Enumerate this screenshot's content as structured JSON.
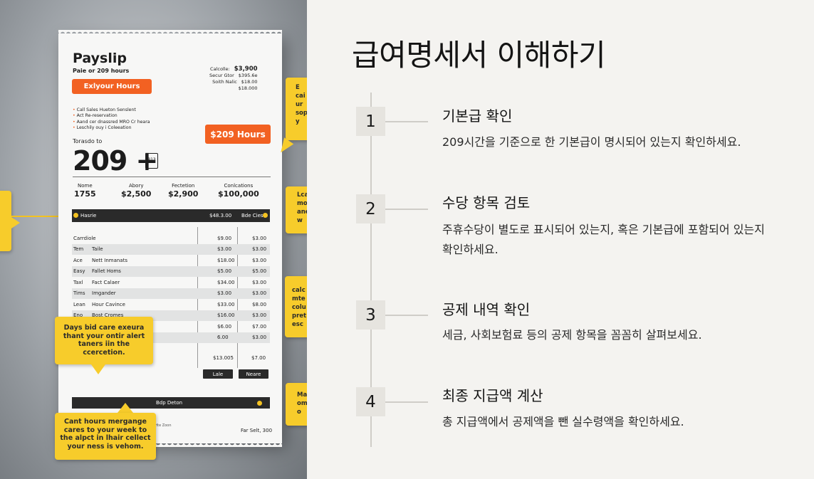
{
  "title": "급여명세서 이해하기",
  "steps": [
    {
      "number": "1",
      "title": "기본급 확인",
      "description": "209시간을 기준으로 한 기본급이 명시되어 있는지 확인하세요."
    },
    {
      "number": "2",
      "title": "수당 항목 검토",
      "description": "주휴수당이 별도로 표시되어 있는지, 혹은 기본급에 포함되어 있는지 확인하세요."
    },
    {
      "number": "3",
      "title": "공제 내역 확인",
      "description": "세금, 사회보험료 등의 공제 항목을 꼼꼼히 살펴보세요."
    },
    {
      "number": "4",
      "title": "최종 지급액 계산",
      "description": "총 지급액에서 공제액을 뺀 실수령액을 확인하세요."
    }
  ],
  "illustration": {
    "receipt_title": "Payslip",
    "receipt_subtitle": "Paie or 209 hours",
    "orange_button": "Exlyour Hours",
    "top_right": [
      {
        "label": "Calcolle:",
        "amount": "$3,900"
      },
      {
        "label": "Secur Gtor",
        "amount": "$395.6e"
      },
      {
        "label": "Soith  Nalic",
        "amount": "$18.00"
      },
      {
        "label": "",
        "amount": "$18.000"
      }
    ],
    "bullets": [
      "Call Sales Hueton Senslent",
      "Act Re-reservation",
      "Aand cer dnassred MRO Cr heara",
      "Leschily ouy i Coleeation"
    ],
    "hours_badge": "$209 Hours",
    "total_label": "Torasdo to",
    "big_number": "209 +",
    "clip_text": "813",
    "stats": [
      {
        "label": "Nome",
        "value": "1755"
      },
      {
        "label": "Abory",
        "value": "$2,500"
      },
      {
        "label": "Fectetion",
        "value": "$2,900"
      },
      {
        "label": "Conlcations",
        "value": "$100,000"
      }
    ],
    "header_bar": {
      "left": "Hasrie",
      "mid": "$48.3.00",
      "right": "Bde Cies"
    },
    "rows": [
      {
        "c1": "Carrdiole",
        "c2": "",
        "a": "$9.00",
        "b": "$3.00"
      },
      {
        "c1": "Tem",
        "c2": "Taile",
        "a": "$3.00",
        "b": "$3.00"
      },
      {
        "c1": "Ace",
        "c2": "Nett Inmanats",
        "a": "$18.00",
        "b": "$3.00"
      },
      {
        "c1": "Easy",
        "c2": "Fallet Homs",
        "a": "$5.00",
        "b": "$5.00"
      },
      {
        "c1": "Taxl",
        "c2": "Fact Calaer",
        "a": "$34.00",
        "b": "$3.00"
      },
      {
        "c1": "Tims",
        "c2": "Imgander",
        "a": "$3.00",
        "b": "$3.00"
      },
      {
        "c1": "Lean",
        "c2": "Hour Cavince",
        "a": "$33.00",
        "b": "$8.00"
      },
      {
        "c1": "Eno",
        "c2": "Bost Cromes",
        "a": "$16.00",
        "b": "$3.00"
      },
      {
        "c1": "",
        "c2": "",
        "a": "$6.00",
        "b": "$7.00"
      },
      {
        "c1": "",
        "c2": "",
        "a": "6.00",
        "b": "$3.00"
      }
    ],
    "subtotal": {
      "a": "$13.005",
      "b": "$7.00"
    },
    "button_left": "Lale",
    "button_right": "Neare",
    "footer_bar": "Bdp Deton",
    "footer_small": "Tilst. Hte Zoon",
    "footer_right": "Far Selt, 300",
    "callout_left": "Days bid care exeura thant your ontir alert taners iin the ccercetion.",
    "callout_bottom": "Cant hours mergange cares to your week to the alpct in lhair cellect your ness is vehom.",
    "callout_right_1": "E cai ur sopu y",
    "callout_right_2": "Lca moi anem w",
    "callout_right_3": "calc mte colu pret esc",
    "callout_right_4": "Ma om o"
  }
}
